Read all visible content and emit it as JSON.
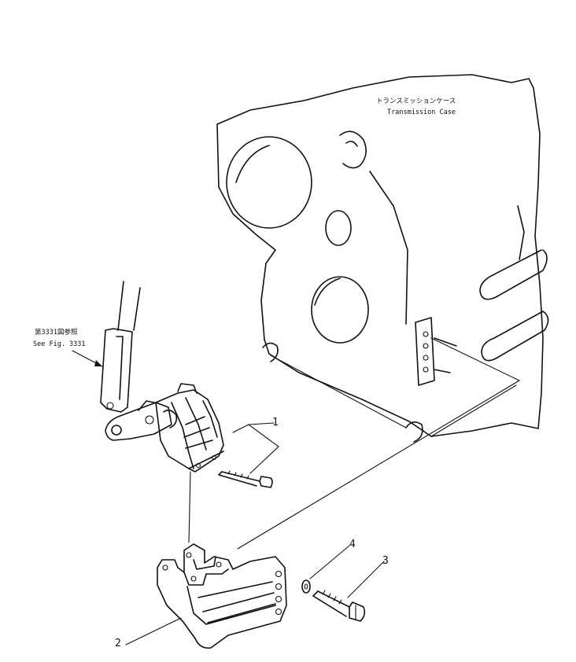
{
  "labels": {
    "transmission_jp": "トランスミッションケース",
    "transmission_en": "Transmission Case",
    "see_fig_jp": "第3331図参照",
    "see_fig_en": "See Fig. 3331"
  },
  "callouts": [
    "1",
    "2",
    "3",
    "4"
  ],
  "colors": {
    "ink": "#111111",
    "paper": "#ffffff"
  }
}
